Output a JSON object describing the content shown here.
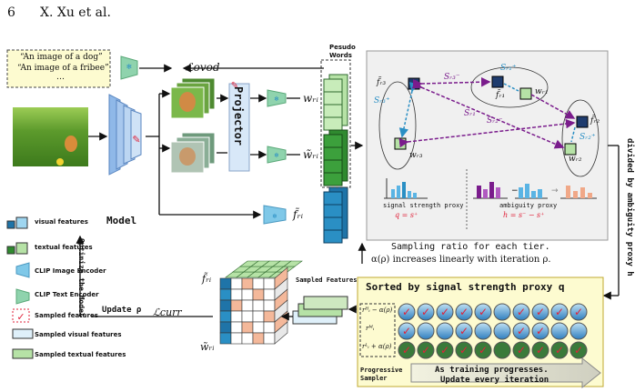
{
  "header": {
    "page_number": "6",
    "authors": "X. Xu et al."
  },
  "prompts": {
    "line1": "“An image of a dog”",
    "line2": "“An image of a fribee”",
    "line3": "…"
  },
  "loss": {
    "ovod": "ℒovod",
    "curr": "ℒcurr"
  },
  "labels": {
    "pseudo_words": "Pesudo\nWords",
    "projector": "Projector",
    "model": "Model",
    "optimize": "Optimize the Model",
    "update_rho": "Update ρ",
    "sampled_features": "Sampled Features",
    "divided": "divided by ambiguity proxy h",
    "sampling_ratio": "Sampling ratio for each tier.",
    "alpha_increase": "α(ρ) increases linearly with iteration ρ.",
    "sorted_title": "Sorted by signal strength proxy q",
    "progressive": "Progressive\nSampler",
    "as_training": "As training progresses.",
    "update_every": "Update every iteration",
    "signal_proxy": "signal strength proxy",
    "ambiguity_proxy": "ambiguity proxy",
    "q_formula": "q = s⁺",
    "h_formula": "h = s⁻ − s⁺"
  },
  "math": {
    "w_r": "wᵣᵢ",
    "w_tilde": "w̃ᵣᵢ",
    "f_tilde": "f̃ᵣᵢ",
    "s_r3": "Sᵣ₃⁻",
    "s_r3p": "Sᵣ₃⁺",
    "s_r1": "Sᵣ₁⁻",
    "s_r1p": "Sᵣ₁⁺",
    "s_r2": "Sᵣ₂⁻",
    "s_r2p": "Sᵣ₂⁺",
    "w_r1": "wᵣ₁",
    "w_r2": "wᵣ₂",
    "w_r3": "wᵣ₃",
    "f_r1": "f̃ᵣ₁",
    "f_r2": "f̃ᵣ₂",
    "f_r3": "f̃ᵣ₃",
    "tier1": "rᴴᵢ − α(ρ)",
    "tier2": "rᴹᵢ",
    "tier3": "rᴸᵢ + α(ρ)"
  },
  "legend": [
    {
      "label": "visual features",
      "icon": "blue-cube-icon"
    },
    {
      "label": "textual features",
      "icon": "green-cube-icon"
    },
    {
      "label": "CLIP Image Encoder",
      "icon": "image-encoder-icon"
    },
    {
      "label": "CLIP Text Encoder",
      "icon": "text-encoder-icon"
    },
    {
      "label": "Sampled features",
      "icon": "check-box-icon"
    },
    {
      "label": "Sampled visual features",
      "icon": "sampled-visual-icon"
    },
    {
      "label": "Sampled textual features",
      "icon": "sampled-textual-icon"
    }
  ],
  "colors": {
    "yellow_bg": "#fdfbd0",
    "blue": "#1f74a8",
    "light_blue": "#9fd6f0",
    "green": "#2f8a2f",
    "light_green": "#b6e2a6",
    "navy": "#1f3c6e",
    "red": "#e0223a",
    "purple": "#7a1c8c"
  }
}
